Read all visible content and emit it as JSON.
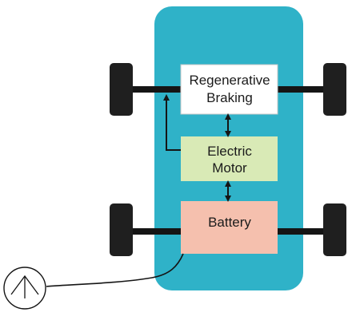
{
  "diagram": {
    "colors": {
      "chassis": "#2FB2C8",
      "axle": "#151515",
      "wheel": "#1F1F1F",
      "regen_box": "#FFFFFF",
      "motor_box": "#D9EAB6",
      "battery_box": "#F5C0AE",
      "box_border": "#C8C8C8",
      "arrow": "#151515",
      "cable": "#151515"
    },
    "blocks": {
      "regen": {
        "line1": "Regenerative",
        "line2": "Braking"
      },
      "motor": {
        "line1": "Electric",
        "line2": "Motor"
      },
      "battery": {
        "line1": "Battery"
      }
    }
  }
}
